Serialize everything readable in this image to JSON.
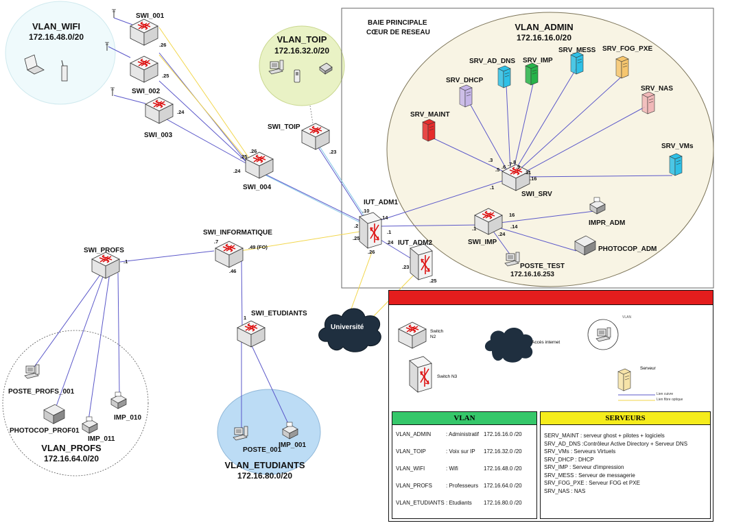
{
  "zones": {
    "wifi": {
      "name": "VLAN_WIFI",
      "subnet": "172.16.48.0/20"
    },
    "toip": {
      "name": "VLAN_TOIP",
      "subnet": "172.16.32.0/20"
    },
    "admin": {
      "name": "VLAN_ADMIN",
      "subnet": "172.16.16.0/20"
    },
    "profs": {
      "name": "VLAN_PROFS",
      "subnet": "172.16.64.0/20"
    },
    "etudiants": {
      "name": "VLAN_ETUDIANTS",
      "subnet": "172.16.80.0/20"
    }
  },
  "baie": {
    "line1": "BAIE PRINCIPALE",
    "line2": "CŒUR DE RESEAU"
  },
  "switches": {
    "swi_001": "SWI_001",
    "swi_002": "SWI_002",
    "swi_003": "SWI_003",
    "swi_004": "SWI_004",
    "swi_toip": "SWI_TOIP",
    "swi_informatique": "SWI_INFORMATIQUE",
    "swi_profs": "SWI_PROFS",
    "swi_etudiants": "SWI_ETUDIANTS",
    "iut_adm1": "IUT_ADM1",
    "iut_adm2": "IUT_ADM2",
    "swi_srv": "SWI_SRV",
    "swi_imp": "SWI_IMP"
  },
  "servers": {
    "srv_dhcp": "SRV_DHCP",
    "srv_ad_dns": "SRV_AD_DNS",
    "srv_imp": "SRV_IMP",
    "srv_mess": "SRV_MESS",
    "srv_fog_pxe": "SRV_FOG_PXE",
    "srv_nas": "SRV_NAS",
    "srv_maint": "SRV_MAINT",
    "srv_vms": "SRV_VMs"
  },
  "devices": {
    "impr_adm": "IMPR_ADM",
    "photocop_adm": "PHOTOCOP_ADM",
    "poste_test": "POSTE_TEST",
    "poste_test_ip": "172.16.16.253",
    "poste_profs_001": "POSTE_PROFS_001",
    "photocop_prof01": "PHOTOCOP_PROF01",
    "imp_011": "IMP_011",
    "imp_010": "IMP_010",
    "poste_001": "POSTE_001",
    "imp_001": "IMP_001"
  },
  "cloud_label": "Université",
  "ports": {
    "p_swi001": ".26",
    "p_swi002": ".25",
    "p_swi003": ".24",
    "p_swi004_26": ".26",
    "p_swi004_25": ".25",
    "p_swi004_24": ".24",
    "p_toip": ".23",
    "p_adm1_10": ".10",
    "p_adm1_14": ".14",
    "p_adm1_1": ".1",
    "p_adm1_2": ".2",
    "p_adm1_25": ".25",
    "p_adm1_26": ".26",
    "p_adm1_24": ".24",
    "p_adm2_23": ".23",
    "p_adm2_25": ".25",
    "p_srv_3": ".3",
    "p_srv_5": ".5",
    "p_srv_6": ".6",
    "p_srv_7": ".7",
    "p_srv_8": ".8",
    "p_srv_9": ".9",
    "p_srv_11": ".11",
    "p_srv_16": ".16",
    "p_srv_1": ".1",
    "p_imp_16": "16",
    "p_imp_14": ".14",
    "p_imp_1": ".1",
    "p_imp_24": ".24",
    "p_info_7": ".7",
    "p_info_49": ".49 (FO)",
    "p_info_46": ".46",
    "p_profs_1": ".1",
    "p_etu_1": "1"
  },
  "legend": {
    "switch_n2": "Switch N2",
    "switch_n3": "Switch N3",
    "acces_internet": "Accès internet",
    "vlan": "VLAN",
    "serveur": "Serveur",
    "lien_cuivre": "Lien cuivre",
    "lien_fibre": "Lien fibre optique",
    "vlan_table_title": "VLAN",
    "vlan_rows": [
      {
        "name": "VLAN_ADMIN",
        "use": ": Administratif",
        "net": "172.16.16.0 /20"
      },
      {
        "name": "VLAN_TOIP",
        "use": ": Voix sur IP",
        "net": "172.16.32.0 /20"
      },
      {
        "name": "VLAN_WIFI",
        "use": ": Wifi",
        "net": "172.16.48.0 /20"
      },
      {
        "name": "VLAN_PROFS",
        "use": ": Professeurs",
        "net": "172.16.64.0 /20"
      },
      {
        "name": "VLAN_ETUDIANTS",
        "use": ": Etudiants",
        "net": "172.16.80.0 /20"
      }
    ],
    "srv_table_title": "SERVEURS",
    "srv_rows": [
      "SERV_MAINT : serveur ghost + pilotes + logiciels",
      "SRV_AD_DNS :Contrôleur Active Directory + Serveur DNS",
      "SRV_VMs : Serveurs Virtuels",
      "SRV_DHCP : DHCP",
      "SRV_IMP : Serveur d'impression",
      "SRV_MESS : Serveur de messagerie",
      "SRV_FOG_PXE : Serveur FOG et PXE",
      "SRV_NAS : NAS"
    ]
  },
  "colors": {
    "copper": "#5a57c9",
    "fiber": "#f2d64a",
    "wifi_zone": "#effafc",
    "toip_zone": "#e9f2c5",
    "admin_zone": "#f8f4e4",
    "etu_zone": "#bcdcf5",
    "legend_bar": "#e41d1d",
    "vlan_header": "#35c76a",
    "srv_header": "#f5ec1c"
  }
}
